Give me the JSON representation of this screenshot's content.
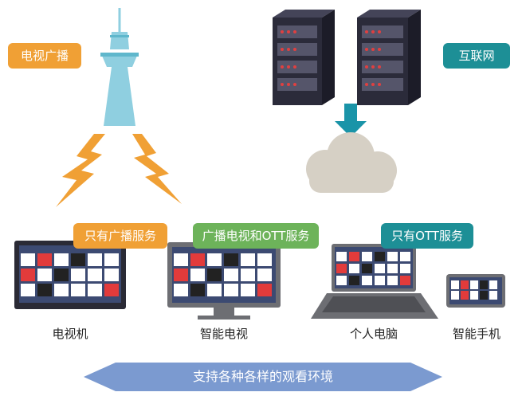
{
  "colors": {
    "orange": "#f0a035",
    "teal": "#1d8f96",
    "green": "#6db35a",
    "tower": "#8fcfe0",
    "server": "#2b2b3a",
    "arrow": "#1a94a8",
    "cloud": "#d6d0c5",
    "banner": "#7b9ad0"
  },
  "labels": {
    "broadcast": "电视广播",
    "internet": "互联网",
    "broadcast_only": "只有广播服务",
    "broadcast_and_ott": "广播电视和OTT服务",
    "ott_only": "只有OTT服务"
  },
  "devices": {
    "tv": "电视机",
    "smart_tv": "智能电视",
    "pc": "个人电脑",
    "phone": "智能手机"
  },
  "banner": "支持各种各样的观看环境"
}
